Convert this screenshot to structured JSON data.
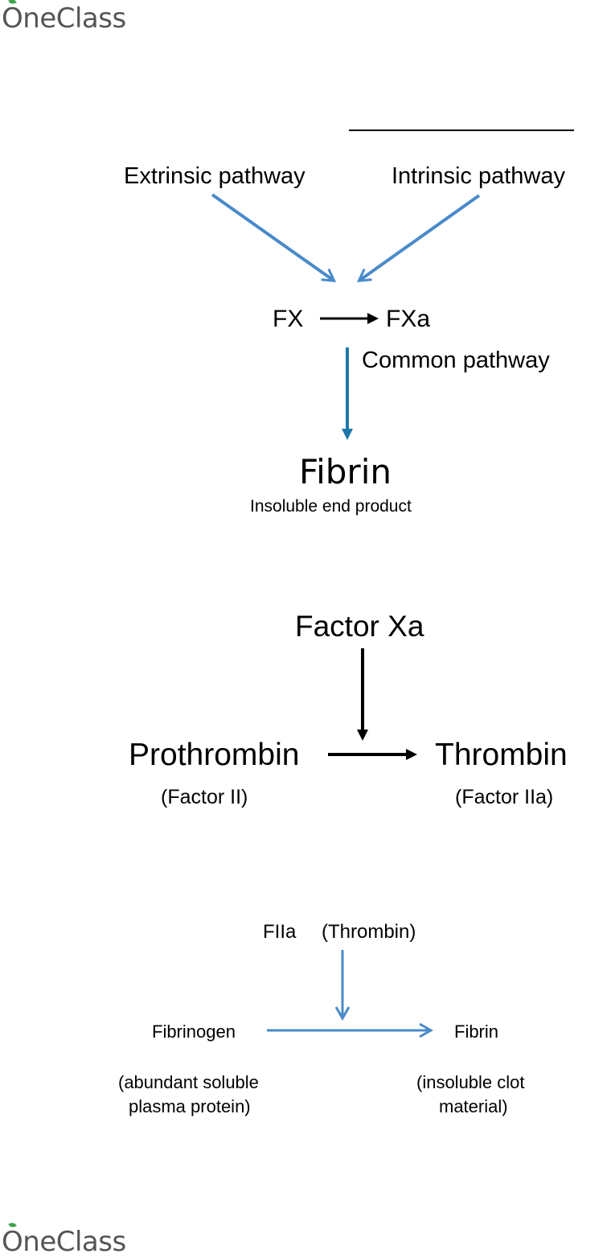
{
  "logo": {
    "first_letter": "O",
    "rest": "neClass"
  },
  "diagram1": {
    "extrinsic": "Extrinsic pathway",
    "intrinsic": "Intrinsic pathway",
    "fx": "FX",
    "fxa": "FXa",
    "common": "Common pathway",
    "fibrin": "Fibrin",
    "fibrin_sub": "Insoluble end product",
    "colors": {
      "arrow": "#4a8ac9",
      "common_arrow": "#1f77a8"
    }
  },
  "diagram2": {
    "factor_xa": "Factor Xa",
    "prothrombin": "Prothrombin",
    "prothrombin_sub": "(Factor II)",
    "thrombin": "Thrombin",
    "thrombin_sub": "(Factor IIa)"
  },
  "diagram3": {
    "fiia": "FIIa",
    "thrombin": "(Thrombin)",
    "fibrinogen": "Fibrinogen",
    "fibrin": "Fibrin",
    "fibrinogen_desc_1": "(abundant soluble",
    "fibrinogen_desc_2": "plasma protein)",
    "fibrin_desc_1": "(insoluble clot",
    "fibrin_desc_2": "material)",
    "colors": {
      "arrow": "#4a8ac9"
    }
  },
  "footer_logo": {
    "first_letter": "O",
    "rest": "neClass"
  }
}
